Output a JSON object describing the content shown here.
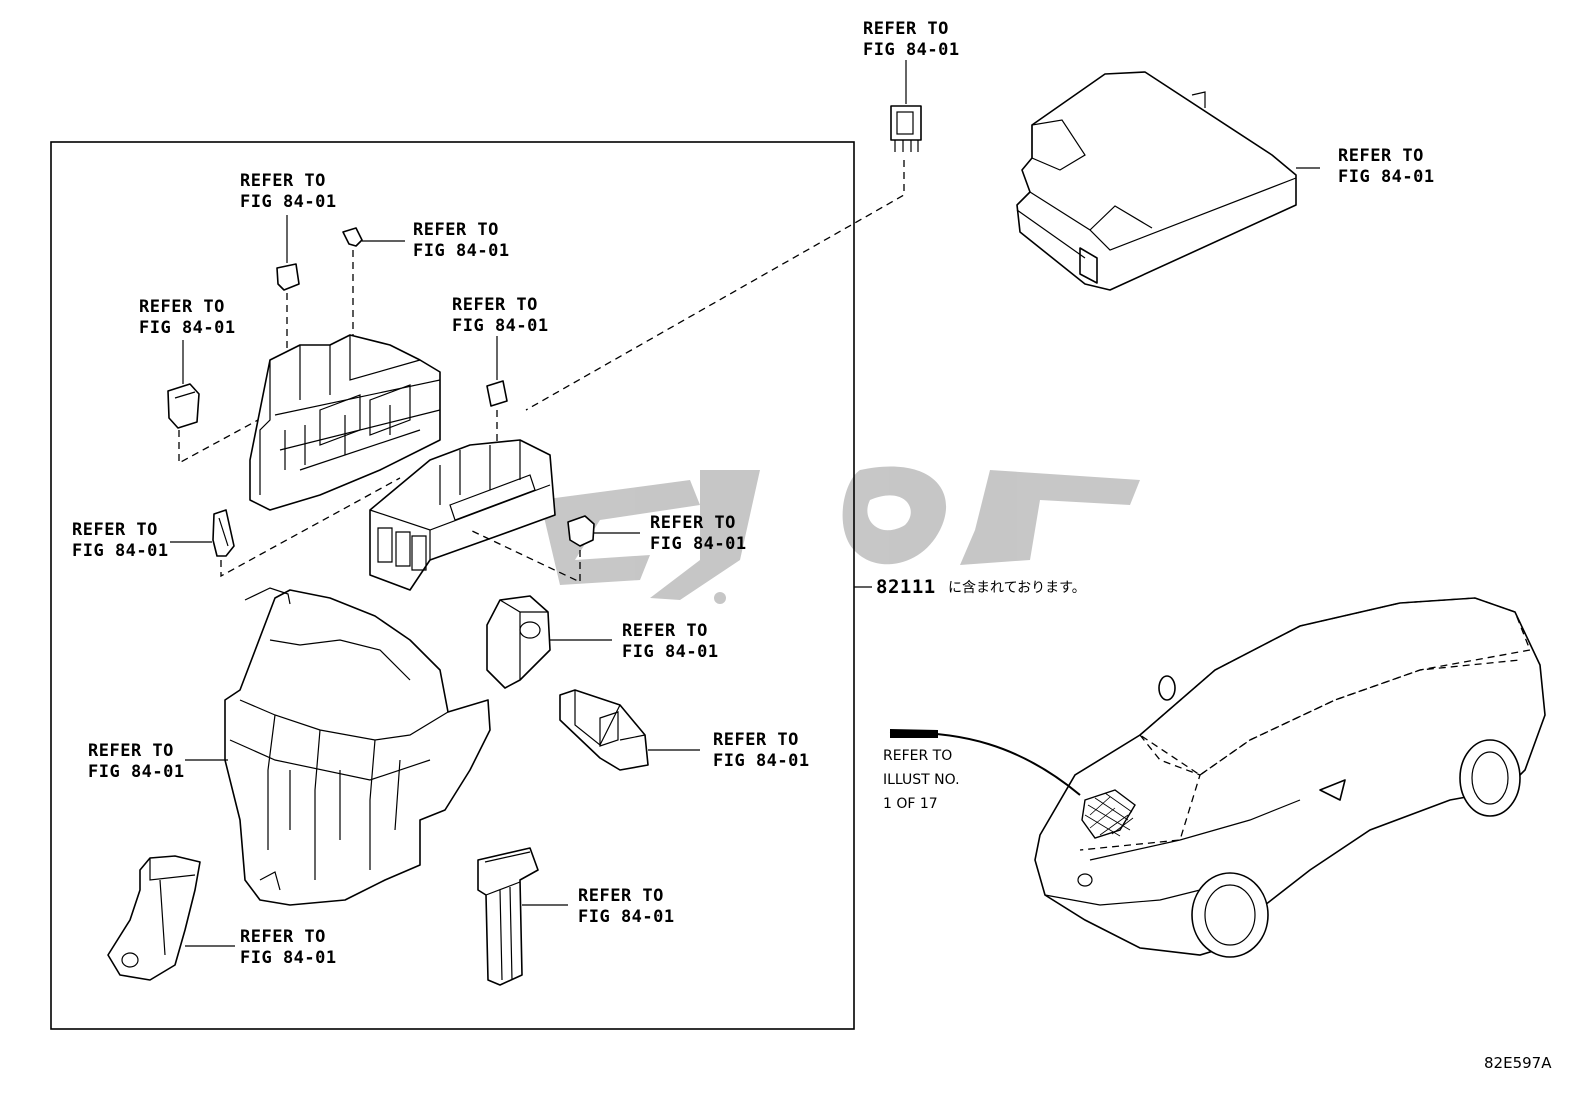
{
  "callouts": {
    "top_relay": "REFER TO\nFIG 84-01",
    "fuse_box_cover": "REFER TO\nFIG 84-01",
    "fuse_small_left": "REFER TO\nFIG 84-01",
    "puller_top": "REFER TO\nFIG 84-01",
    "fuse_far_left": "REFER TO\nFIG 84-01",
    "fuse_center": "REFER TO\nFIG 84-01",
    "clip_left": "REFER TO\nFIG 84-01",
    "fuse_right": "REFER TO\nFIG 84-01",
    "bracket_block": "REFER TO\nFIG 84-01",
    "connector_holder": "REFER TO\nFIG 84-01",
    "box_lower_case": "REFER TO\nFIG 84-01",
    "bracket_bottom_left": "REFER TO\nFIG 84-01",
    "terminal_strip": "REFER TO\nFIG 84-01"
  },
  "part_number": "82111",
  "part_note": "に含まれております。",
  "vehicle_reference": "REFER TO\nILLUST NO.\n1 OF 17",
  "figure_id": "82E597A"
}
